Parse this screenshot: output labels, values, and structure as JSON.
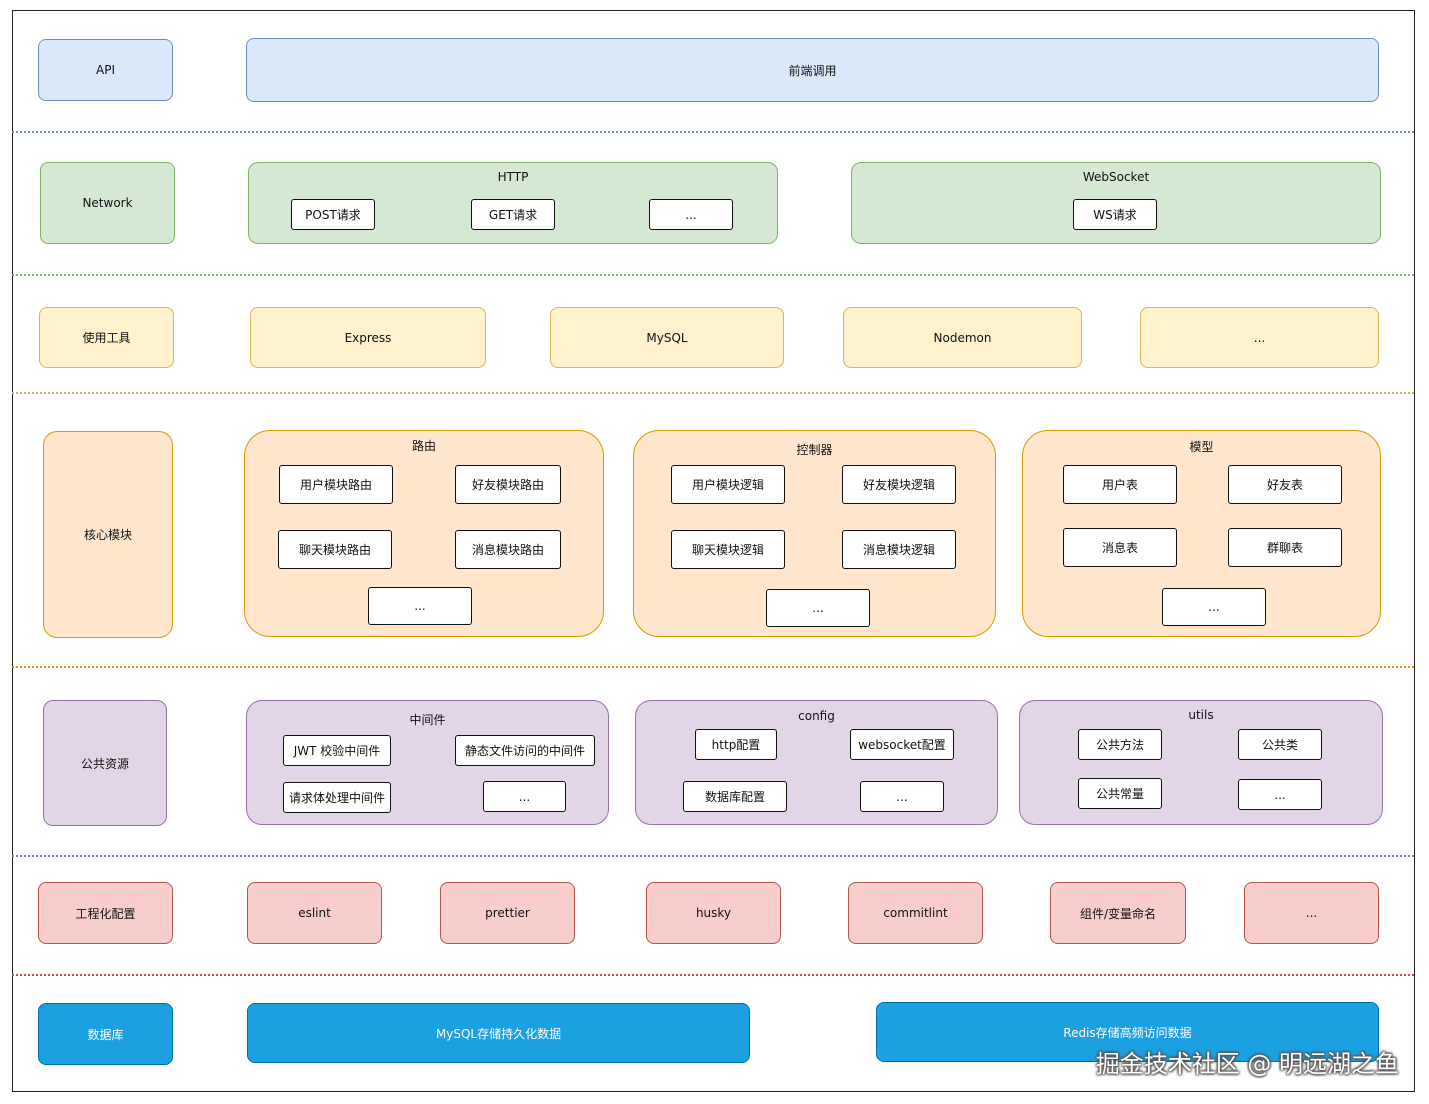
{
  "layers": {
    "api": {
      "label": "API",
      "items": [
        "前端调用"
      ]
    },
    "network": {
      "label": "Network",
      "http": {
        "title": "HTTP",
        "items": [
          "POST请求",
          "GET请求",
          "..."
        ]
      },
      "websocket": {
        "title": "WebSocket",
        "items": [
          "WS请求"
        ]
      }
    },
    "tools": {
      "label": "使用工具",
      "items": [
        "Express",
        "MySQL",
        "Nodemon",
        "..."
      ]
    },
    "core": {
      "label": "核心模块",
      "routes": {
        "title": "路由",
        "items": [
          "用户模块路由",
          "好友模块路由",
          "聊天模块路由",
          "消息模块路由",
          "..."
        ]
      },
      "controllers": {
        "title": "控制器",
        "items": [
          "用户模块逻辑",
          "好友模块逻辑",
          "聊天模块逻辑",
          "消息模块逻辑",
          "..."
        ]
      },
      "models": {
        "title": "模型",
        "items": [
          "用户表",
          "好友表",
          "消息表",
          "群聊表",
          "..."
        ]
      }
    },
    "common": {
      "label": "公共资源",
      "middleware": {
        "title": "中间件",
        "items": [
          "JWT 校验中间件",
          "静态文件访问的中间件",
          "请求体处理中间件",
          "..."
        ]
      },
      "config": {
        "title": "config",
        "items": [
          "http配置",
          "websocket配置",
          "数据库配置",
          "..."
        ]
      },
      "utils": {
        "title": "utils",
        "items": [
          "公共方法",
          "公共类",
          "公共常量",
          "..."
        ]
      }
    },
    "engineering": {
      "label": "工程化配置",
      "items": [
        "eslint",
        "prettier",
        "husky",
        "commitlint",
        "组件/变量命名",
        "..."
      ]
    },
    "database": {
      "label": "数据库",
      "items": [
        "MySQL存储持久化数据",
        "Redis存储高频访问数据"
      ]
    }
  },
  "watermark": "掘金技术社区 @ 明远湖之鱼",
  "colors": {
    "api": "#dae8fc",
    "network": "#d5e8d4",
    "tools": "#fff2cc",
    "core": "#ffe6cc",
    "common": "#e1d5e7",
    "engineering": "#f8cecc",
    "database": "#1ba1e2"
  }
}
